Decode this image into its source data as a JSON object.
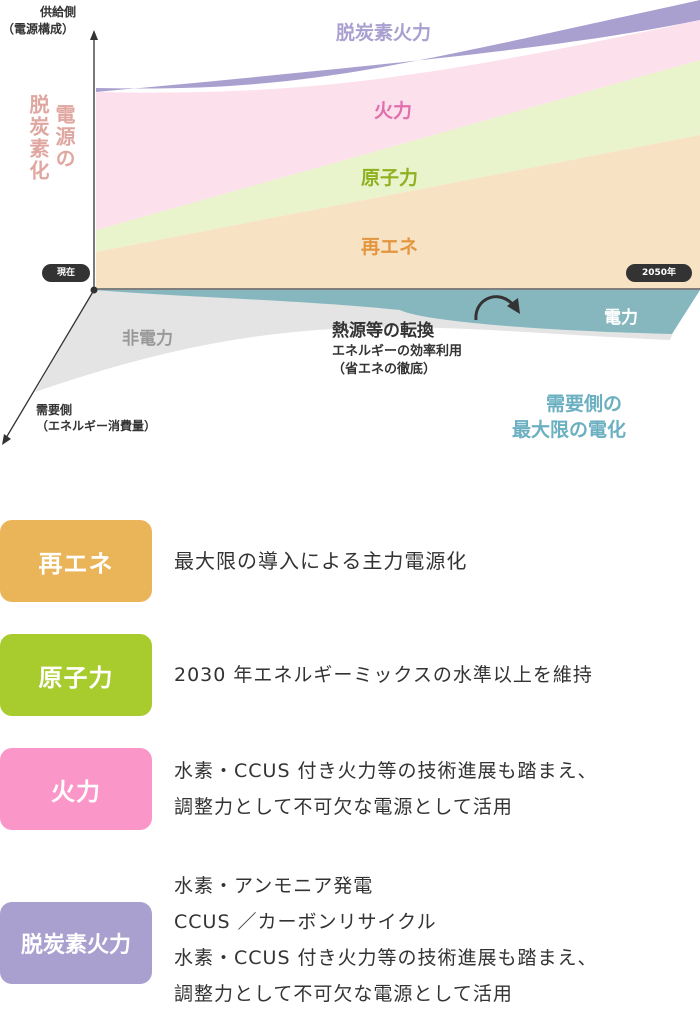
{
  "diagram": {
    "supply_axis": [
      "供給側",
      "（電源構成）"
    ],
    "demand_axis": [
      "需要側",
      "（エネルギー消費量）"
    ],
    "supply_side_title": [
      "電源の",
      "脱炭素化"
    ],
    "start_badge": "現在",
    "end_badge": "2050年",
    "layers": {
      "decarb_thermal": "脱炭素火力",
      "thermal": "火力",
      "nuclear": "原子力",
      "renewable": "再エネ"
    },
    "demand": {
      "non_electric": "非電力",
      "electric": "電力",
      "heat_conversion": "熱源等の転換",
      "efficiency": [
        "エネルギーの効率利用",
        "（省エネの徹底）"
      ],
      "title": [
        "需要側の",
        "最大限の電化"
      ]
    },
    "colors": {
      "decarb_thermal": "#a9a0d0",
      "thermal": "#fce0ec",
      "nuclear": "#e9f3cc",
      "renewable": "#f8e2c4",
      "electric": "#86b7bf",
      "non_electric": "#e4e4e4"
    }
  },
  "legend": [
    {
      "label": "再エネ",
      "color": "#eab459",
      "lines": [
        "最大限の導入による主力電源化"
      ]
    },
    {
      "label": "原子力",
      "color": "#a8cb2e",
      "lines": [
        "2030 年エネルギーミックスの水準以上を維持"
      ]
    },
    {
      "label": "火力",
      "color": "#fb97c8",
      "lines": [
        "水素・CCUS 付き火力等の技術進展も踏まえ、",
        "調整力として不可欠な電源として活用"
      ]
    },
    {
      "label": "脱炭素火力",
      "color": "#a9a0d0",
      "lines": [
        "水素・アンモニア発電",
        "CCUS ／カーボンリサイクル",
        "水素・CCUS 付き火力等の技術進展も踏まえ、",
        "調整力として不可欠な電源として活用"
      ]
    }
  ]
}
